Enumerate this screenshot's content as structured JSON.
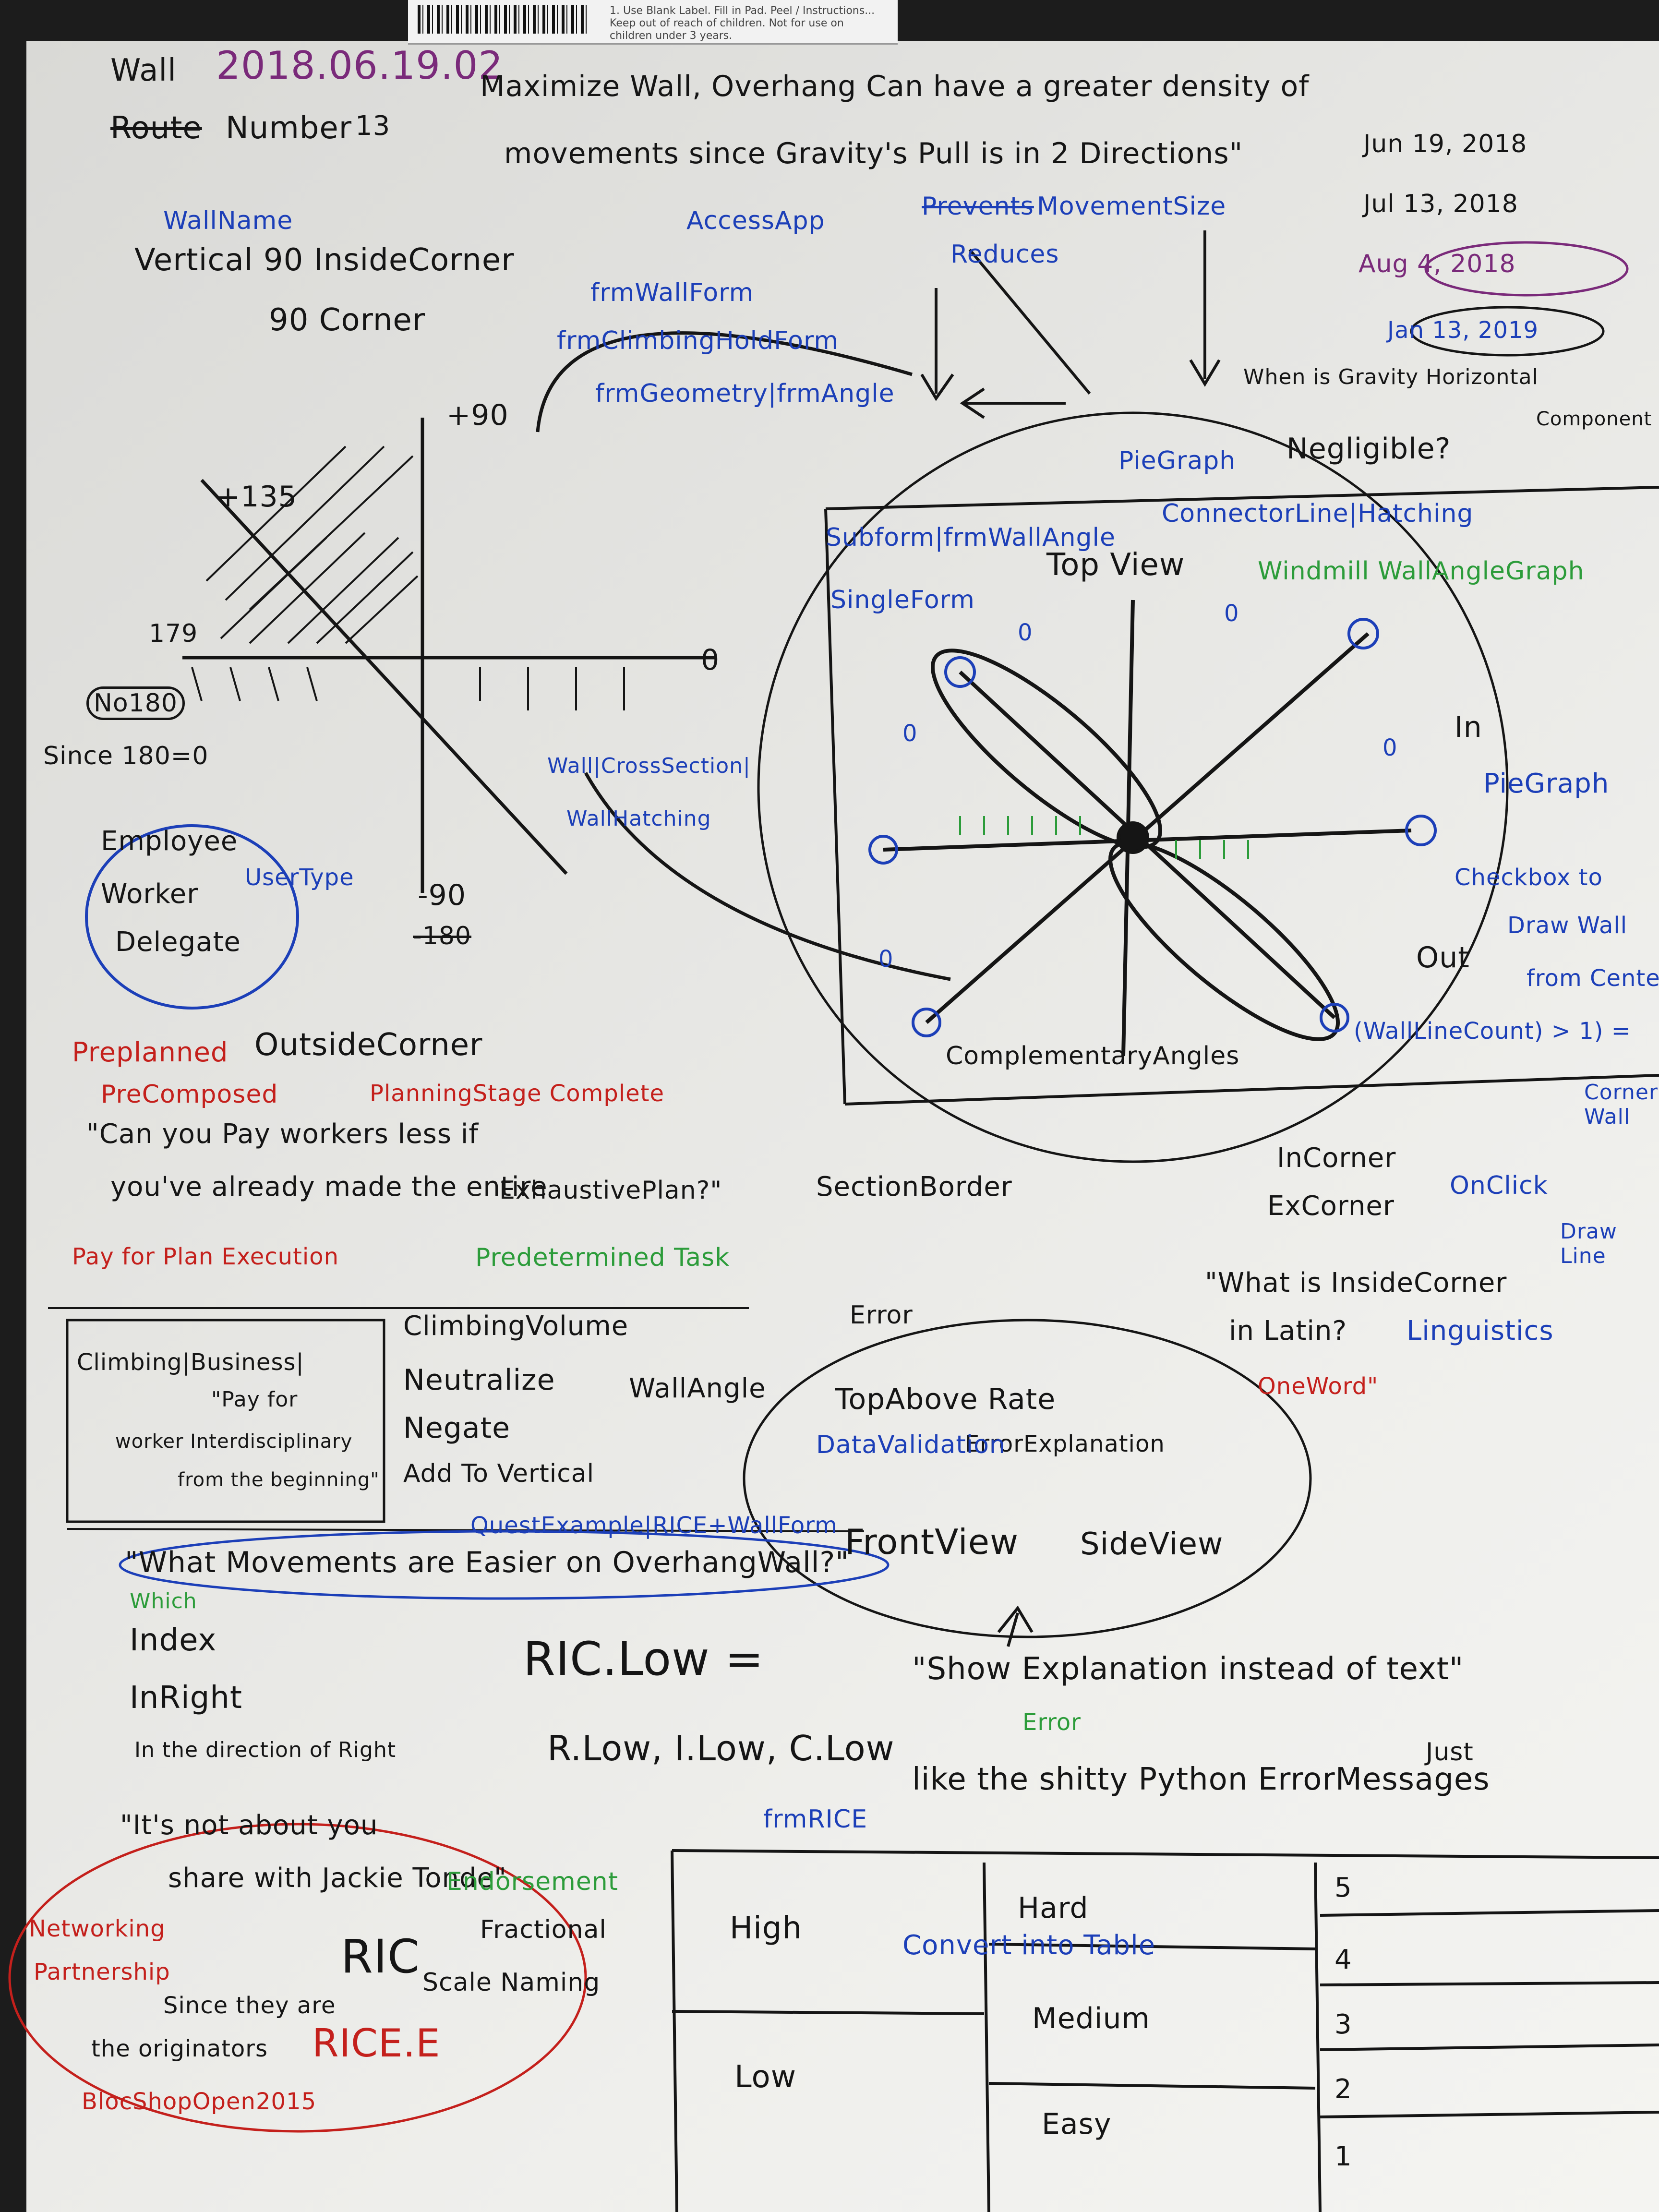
{
  "header": {
    "wall": "Wall",
    "date": "2018.06.19.02",
    "route_struck": "Route",
    "number": "Number",
    "number_suffix": "13",
    "title_line1": "Maximize Wall, Overhang Can have a greater density of",
    "title_line2": "movements since Gravity's Pull is in 2 Directions\"",
    "dates": [
      "Jun 19, 2018",
      "Jul 13, 2018",
      "Aug 4, 2018",
      "Jan 13, 2019"
    ]
  },
  "wall_name": {
    "label": "WallName",
    "vertical": "Vertical 90 InsideCorner",
    "corner": "90 Corner"
  },
  "access": {
    "app": "AccessApp",
    "forms": [
      "frmWallForm",
      "frmClimbingHoldForm",
      "frmGeometry|frmAngle"
    ],
    "prevents": "Prevents",
    "movement_size": "MovementSize",
    "reduces": "Reduces",
    "gravity": "When is Gravity Horizontal",
    "component": "Component",
    "negligible": "Negligible?"
  },
  "angle_chart": {
    "plus90": "+90",
    "plus135": "+135",
    "v179": "179",
    "zero": "0",
    "no180": "No180",
    "since": "Since 180=0",
    "minus90": "-90",
    "struck": "-180",
    "cross_section": "Wall|CrossSection|",
    "hatching": "WallHatching"
  },
  "user_type": {
    "items": [
      "Employee",
      "Worker",
      "Delegate"
    ],
    "label": "UserType"
  },
  "pie_graph": {
    "pregraph": "PieGraph",
    "connector": "ConnectorLine|Hatching",
    "subform": "Subform|frmWallAngle",
    "singleform": "SingleForm",
    "top_view": "Top View",
    "windmill": "Windmill WallAngleGraph",
    "in_label": "In",
    "pie_graph_label": "PieGraph",
    "checkbox": "Checkbox to",
    "draw_wall": "Draw Wall",
    "from_center": "from Center",
    "out_label": "Out",
    "wall_line_count": "(WallLineCount) > 1) =",
    "corner_wall": "Corner Wall",
    "complementary": "ComplementaryAngles",
    "section_border": "SectionBorder",
    "incorner": "InCorner",
    "excorner": "ExCorner",
    "onclick": "OnClick",
    "draw_line": "Draw Line",
    "zero": "0"
  },
  "planning": {
    "preplanned": "Preplanned",
    "outside_corner": "OutsideCorner",
    "precomposed": "PreComposed",
    "planning_complete": "PlanningStage Complete",
    "quote1": "\"Can you Pay workers less if",
    "quote2": "you've already made the entire",
    "exhaustive": "ExhaustivePlan?\"",
    "pay_exec": "Pay for Plan Execution",
    "predetermined": "Predetermined Task"
  },
  "latin": {
    "line1": "\"What is InsideCorner",
    "line2": "in Latin?",
    "linguistics": "Linguistics",
    "one_word": "OneWord\""
  },
  "business": {
    "line1": "Climbing|Business|",
    "line2": "\"Pay for",
    "line3": "worker Interdisciplinary",
    "line4": "from the beginning\""
  },
  "volume": {
    "items": [
      "ClimbingVolume",
      "Neutralize",
      "Negate",
      "Add To Vertical"
    ],
    "wall_angle": "WallAngle"
  },
  "error": {
    "title": "Error",
    "top_above": "TopAbove Rate",
    "explanation": "ErrorExplanation",
    "validation": "DataValidation",
    "front_view": "FrontView",
    "side_view": "SideView"
  },
  "quest": {
    "label": "QuestExample|RICE+WallForm",
    "movements": "\"What Movements are Easier on OverhangWall?\"",
    "which": "Which"
  },
  "index": {
    "index": "Index",
    "inright": "InRight",
    "direction": "In the direction of Right"
  },
  "ric": {
    "ric_low": "RIC.Low =",
    "parts": "R.Low, I.Low, C.Low",
    "frm_rice": "frmRICE"
  },
  "show_error": {
    "line1": "\"Show Explanation instead of text\"",
    "error": "Error",
    "just": "Just",
    "line2": "like the shitty Python ErrorMessages"
  },
  "network": {
    "quote1": "\"It's not about you",
    "quote2": "share with Jackie Tonde\"",
    "endorsement": "Endorsement",
    "networking": "Networking",
    "partnership": "Partnership",
    "since": "Since they are",
    "originators": "the originators",
    "bloc": "BlocShopOpen2015",
    "ric": "RIC",
    "rice_e": "RICE.E",
    "fractional": "Fractional",
    "scale": "Scale Naming"
  },
  "table": {
    "convert": "Convert into Table",
    "col1": [
      "High",
      "Low"
    ],
    "col2": [
      "Hard",
      "Medium",
      "Easy"
    ],
    "col3": [
      "5",
      "4",
      "3",
      "2",
      "1"
    ]
  },
  "sticker": {
    "text": "1. Use Blank Label. Fill in Pad. Peel / Instructions... Keep out of reach of children. Not for use on children under 3 years."
  },
  "colors": {
    "ink_black": "#151515",
    "ink_blue": "#1c3fb8",
    "ink_red": "#c4201c",
    "ink_green": "#2c9c3a",
    "ink_purple": "#7a2a7a"
  }
}
